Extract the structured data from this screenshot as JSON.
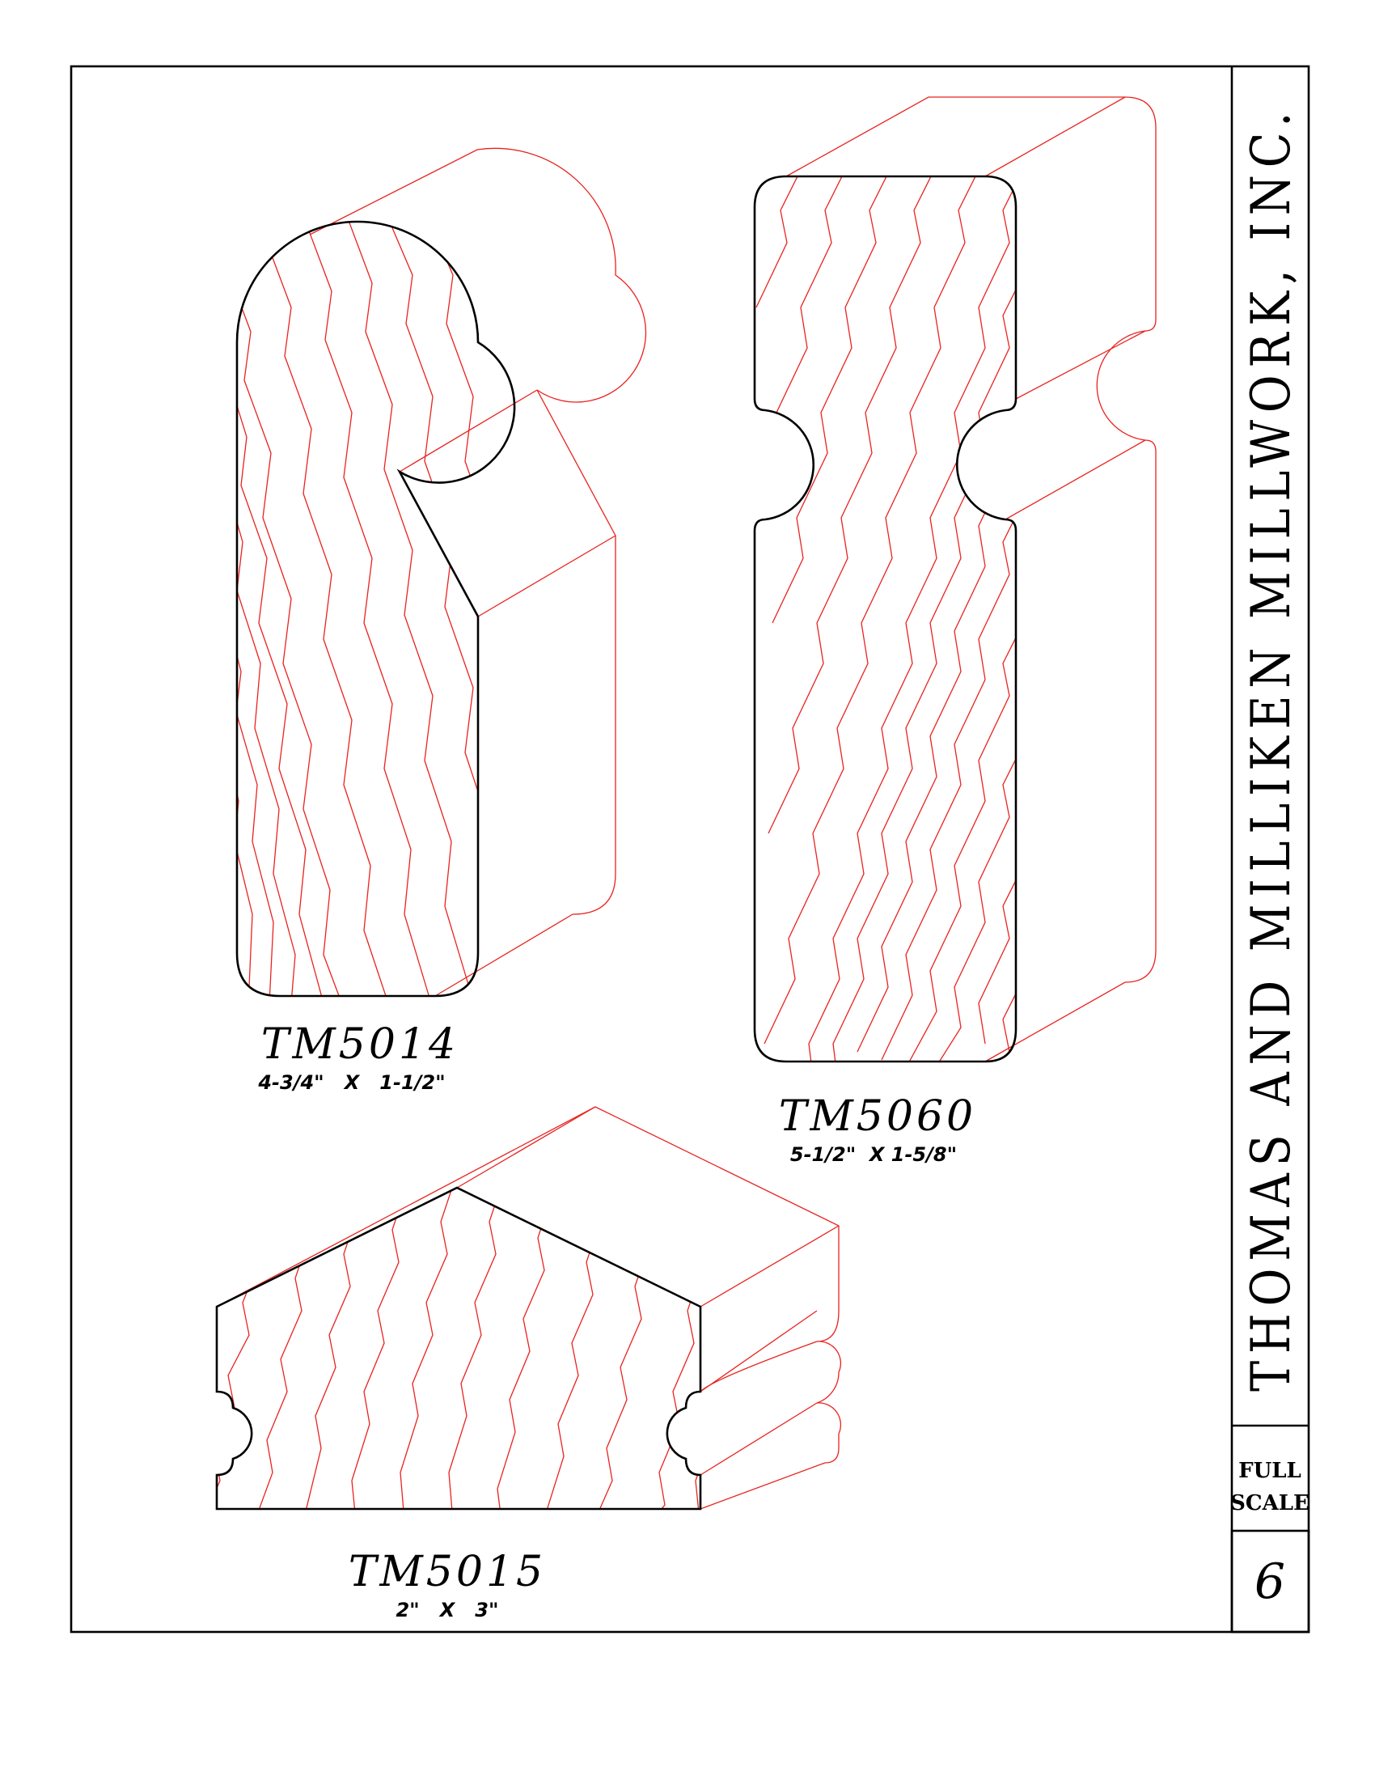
{
  "title_block": {
    "company": "THOMAS AND MILLIKEN MILLWORK, INC.",
    "scale_line1": "FULL",
    "scale_line2": "SCALE",
    "page_number": "6"
  },
  "profiles": [
    {
      "name": "TM5014",
      "dimensions": "4-3/4\"   X   1-1/2\""
    },
    {
      "name": "TM5060",
      "dimensions": "5-1/2\"  X 1-5/8\""
    },
    {
      "name": "TM5015",
      "dimensions": "2\"   X   3\""
    }
  ],
  "colors": {
    "outline": "#000000",
    "grain_and_projection": "#e8231f"
  }
}
